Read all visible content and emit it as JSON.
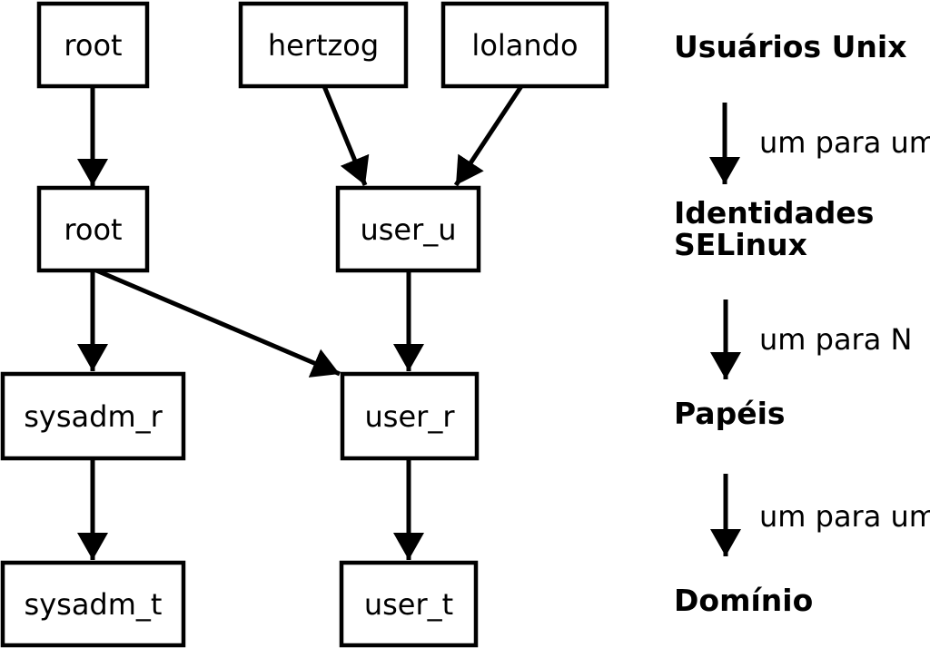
{
  "colors": {
    "ink": "#000000",
    "paper": "#ffffff"
  },
  "nodes": {
    "unix_root": "root",
    "unix_hertzog": "hertzog",
    "unix_lolando": "lolando",
    "selinux_root": "root",
    "selinux_user_u": "user_u",
    "role_sysadm_r": "sysadm_r",
    "role_user_r": "user_r",
    "domain_sysadm_t": "sysadm_t",
    "domain_user_t": "user_t"
  },
  "legend": {
    "level_unix_users": "Usuários Unix",
    "relation_one_to_one_a": "um para um",
    "level_identities_line1": "Identidades",
    "level_identities_line2": "SELinux",
    "relation_one_to_n": "um para N",
    "level_roles": "Papéis",
    "relation_one_to_one_b": "um para um",
    "level_domain": "Domínio"
  }
}
